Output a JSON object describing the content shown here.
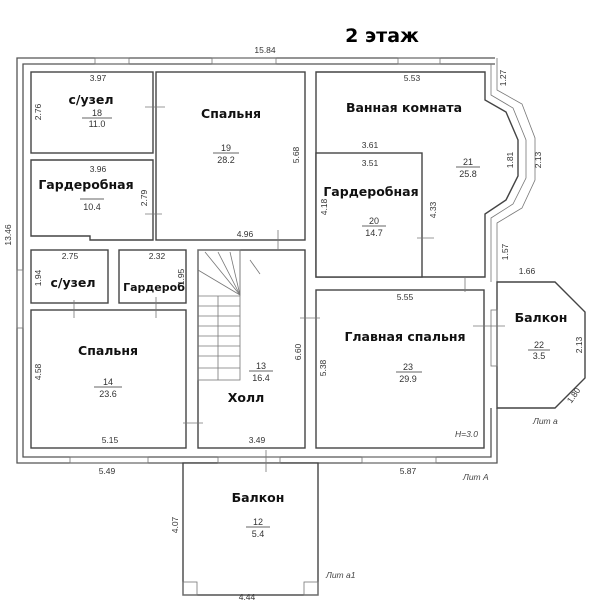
{
  "title": "2 этаж",
  "rooms": {
    "r18": {
      "name": "с/узел",
      "number": "18",
      "area": "11.0"
    },
    "wardrobe_a": {
      "name": "Гардеробная",
      "area": "10.4"
    },
    "r19": {
      "name": "Спальня",
      "number": "19",
      "area": "28.2"
    },
    "r21": {
      "name": "Ванная комната",
      "number": "21",
      "area": "25.8"
    },
    "r20": {
      "name": "Гардеробная",
      "number": "20",
      "area": "14.7"
    },
    "wc_b": {
      "name": "с/узел"
    },
    "wardrobe_b": {
      "name": "Гардероб"
    },
    "r14": {
      "name": "Спальня",
      "number": "14",
      "area": "23.6"
    },
    "r13": {
      "name": "Холл",
      "number": "13",
      "area": "16.4"
    },
    "r23": {
      "name": "Главная спальня",
      "number": "23",
      "area": "29.9"
    },
    "r22": {
      "name": "Балкон",
      "number": "22",
      "area": "3.5"
    },
    "r12": {
      "name": "Балкон",
      "number": "12",
      "area": "5.4"
    }
  },
  "dimensions": {
    "total_width": "15.84",
    "total_height": "13.46",
    "d397": "3.97",
    "d276": "2.76",
    "d396": "3.96",
    "d279": "2.79",
    "d568": "5.68",
    "d496": "4.96",
    "d553": "5.53",
    "d127": "1.27",
    "d361": "3.61",
    "d351": "3.51",
    "d181": "1.81",
    "d213a": "2.13",
    "d418": "4.18",
    "d433": "4.33",
    "d157": "1.57",
    "d166": "1.66",
    "d275": "2.75",
    "d194": "1.94",
    "d232": "2.32",
    "d195": "1.95",
    "d555": "5.55",
    "d660": "6.60",
    "d538": "5.38",
    "d213b": "2.13",
    "d180": "1.80",
    "d458": "4.58",
    "d515": "5.15",
    "d349": "3.49",
    "d549": "5.49",
    "d587": "5.87",
    "d407": "4.07",
    "d444": "4.44"
  },
  "notes": {
    "height": "H=3.0",
    "lit_a_small": "Лит а",
    "lit_A": "Лит А",
    "lit_a1": "Лит а1"
  }
}
